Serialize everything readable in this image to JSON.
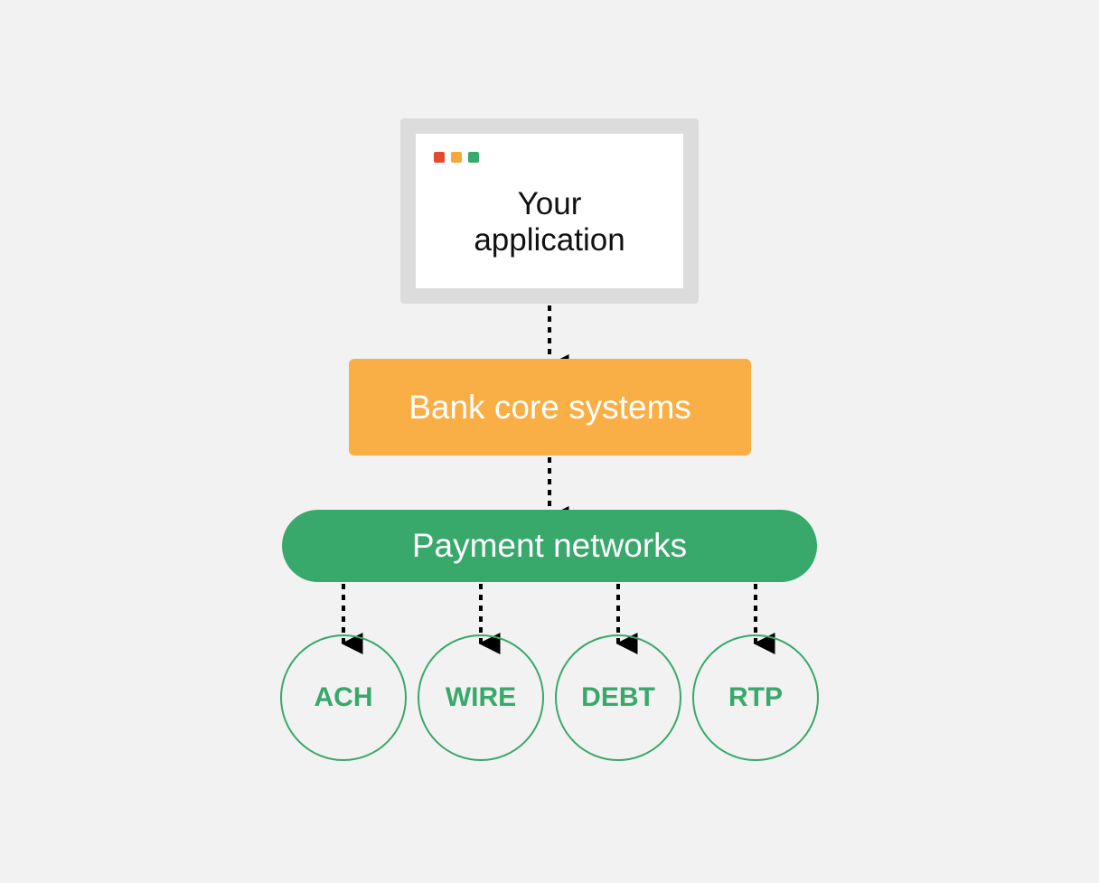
{
  "application": {
    "title": "Your\napplication",
    "window_dots": [
      {
        "name": "red-dot",
        "color": "#e34b2e"
      },
      {
        "name": "orange-dot",
        "color": "#f7a83b"
      },
      {
        "name": "green-dot",
        "color": "#38a86b"
      }
    ]
  },
  "bank": {
    "label": "Bank core systems",
    "color": "#f9af45"
  },
  "networks": {
    "label": "Payment networks",
    "color": "#38a86b"
  },
  "rails": [
    {
      "label": "ACH"
    },
    {
      "label": "WIRE"
    },
    {
      "label": "DEBT"
    },
    {
      "label": "RTP"
    }
  ],
  "colors": {
    "background": "#f2f2f2",
    "rail_text": "#38a86b",
    "arrow": "#000000"
  }
}
